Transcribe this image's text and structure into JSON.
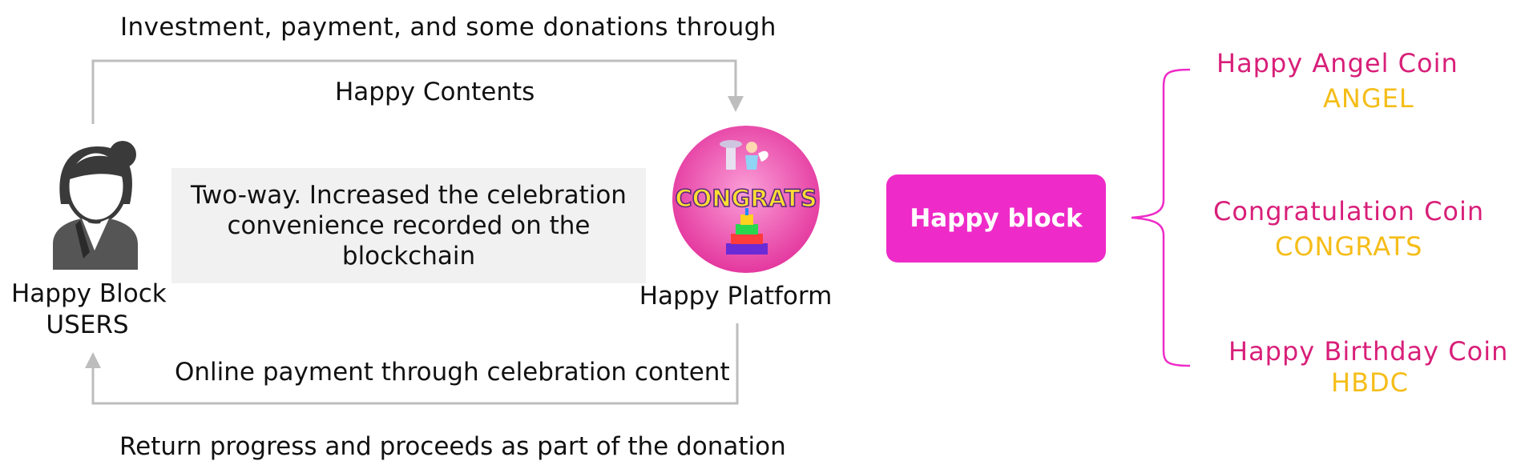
{
  "flows": {
    "top": "Investment, payment, and some donations through",
    "contents": "Happy Contents",
    "online": "Online payment through celebration content",
    "return": "Return progress and proceeds as part of the donation"
  },
  "center_note": "Two-way. Increased the celebration convenience recorded on the blockchain",
  "user": {
    "line1": "Happy Block",
    "line2": "USERS"
  },
  "platform": {
    "label": "Happy Platform",
    "logo_text": "CONGRATS"
  },
  "hub": {
    "label": "Happy block",
    "color": "#ee2bc8"
  },
  "coins": [
    {
      "name": "Happy Angel Coin",
      "symbol": "ANGEL"
    },
    {
      "name": "Congratulation Coin",
      "symbol": "CONGRATS"
    },
    {
      "name": "Happy Birthday Coin",
      "symbol": "HBDC"
    }
  ],
  "colors": {
    "coin_name": "#d81f79",
    "coin_symbol": "#f5bd18",
    "arrow": "#bdbdbd",
    "brace": "#ee2bc8"
  }
}
